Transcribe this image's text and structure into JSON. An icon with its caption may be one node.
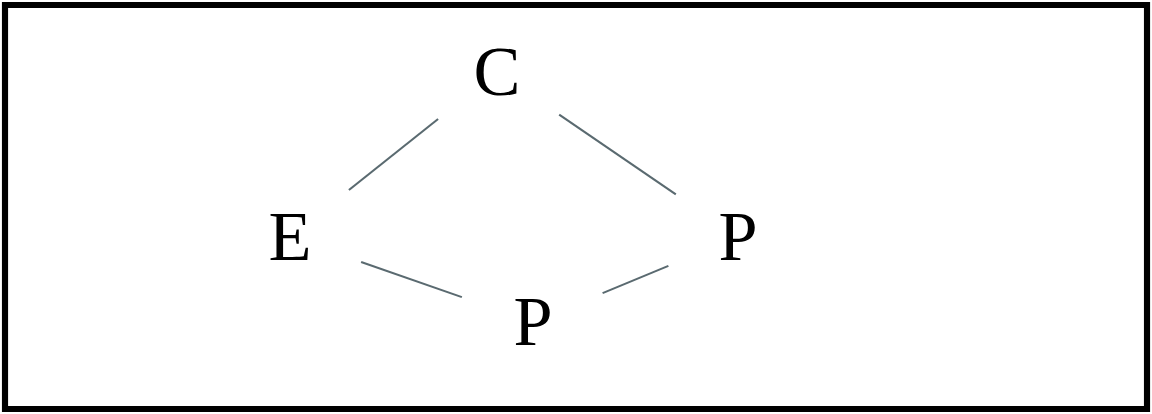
{
  "diagram": {
    "nodes": [
      {
        "text": [
          "C"
        ]
      },
      {
        "text": [
          "E"
        ]
      },
      {
        "text": [
          "P"
        ]
      },
      {
        "text": [
          "P"
        ]
      }
    ],
    "edges": [
      {
        "from": 0,
        "to": 1,
        "arrow": "none"
      },
      {
        "from": 0,
        "to": 3,
        "arrow": "none"
      },
      {
        "from": 1,
        "to": 2,
        "arrow": "none"
      },
      {
        "from": 2,
        "to": 3,
        "arrow": "none"
      }
    ]
  }
}
